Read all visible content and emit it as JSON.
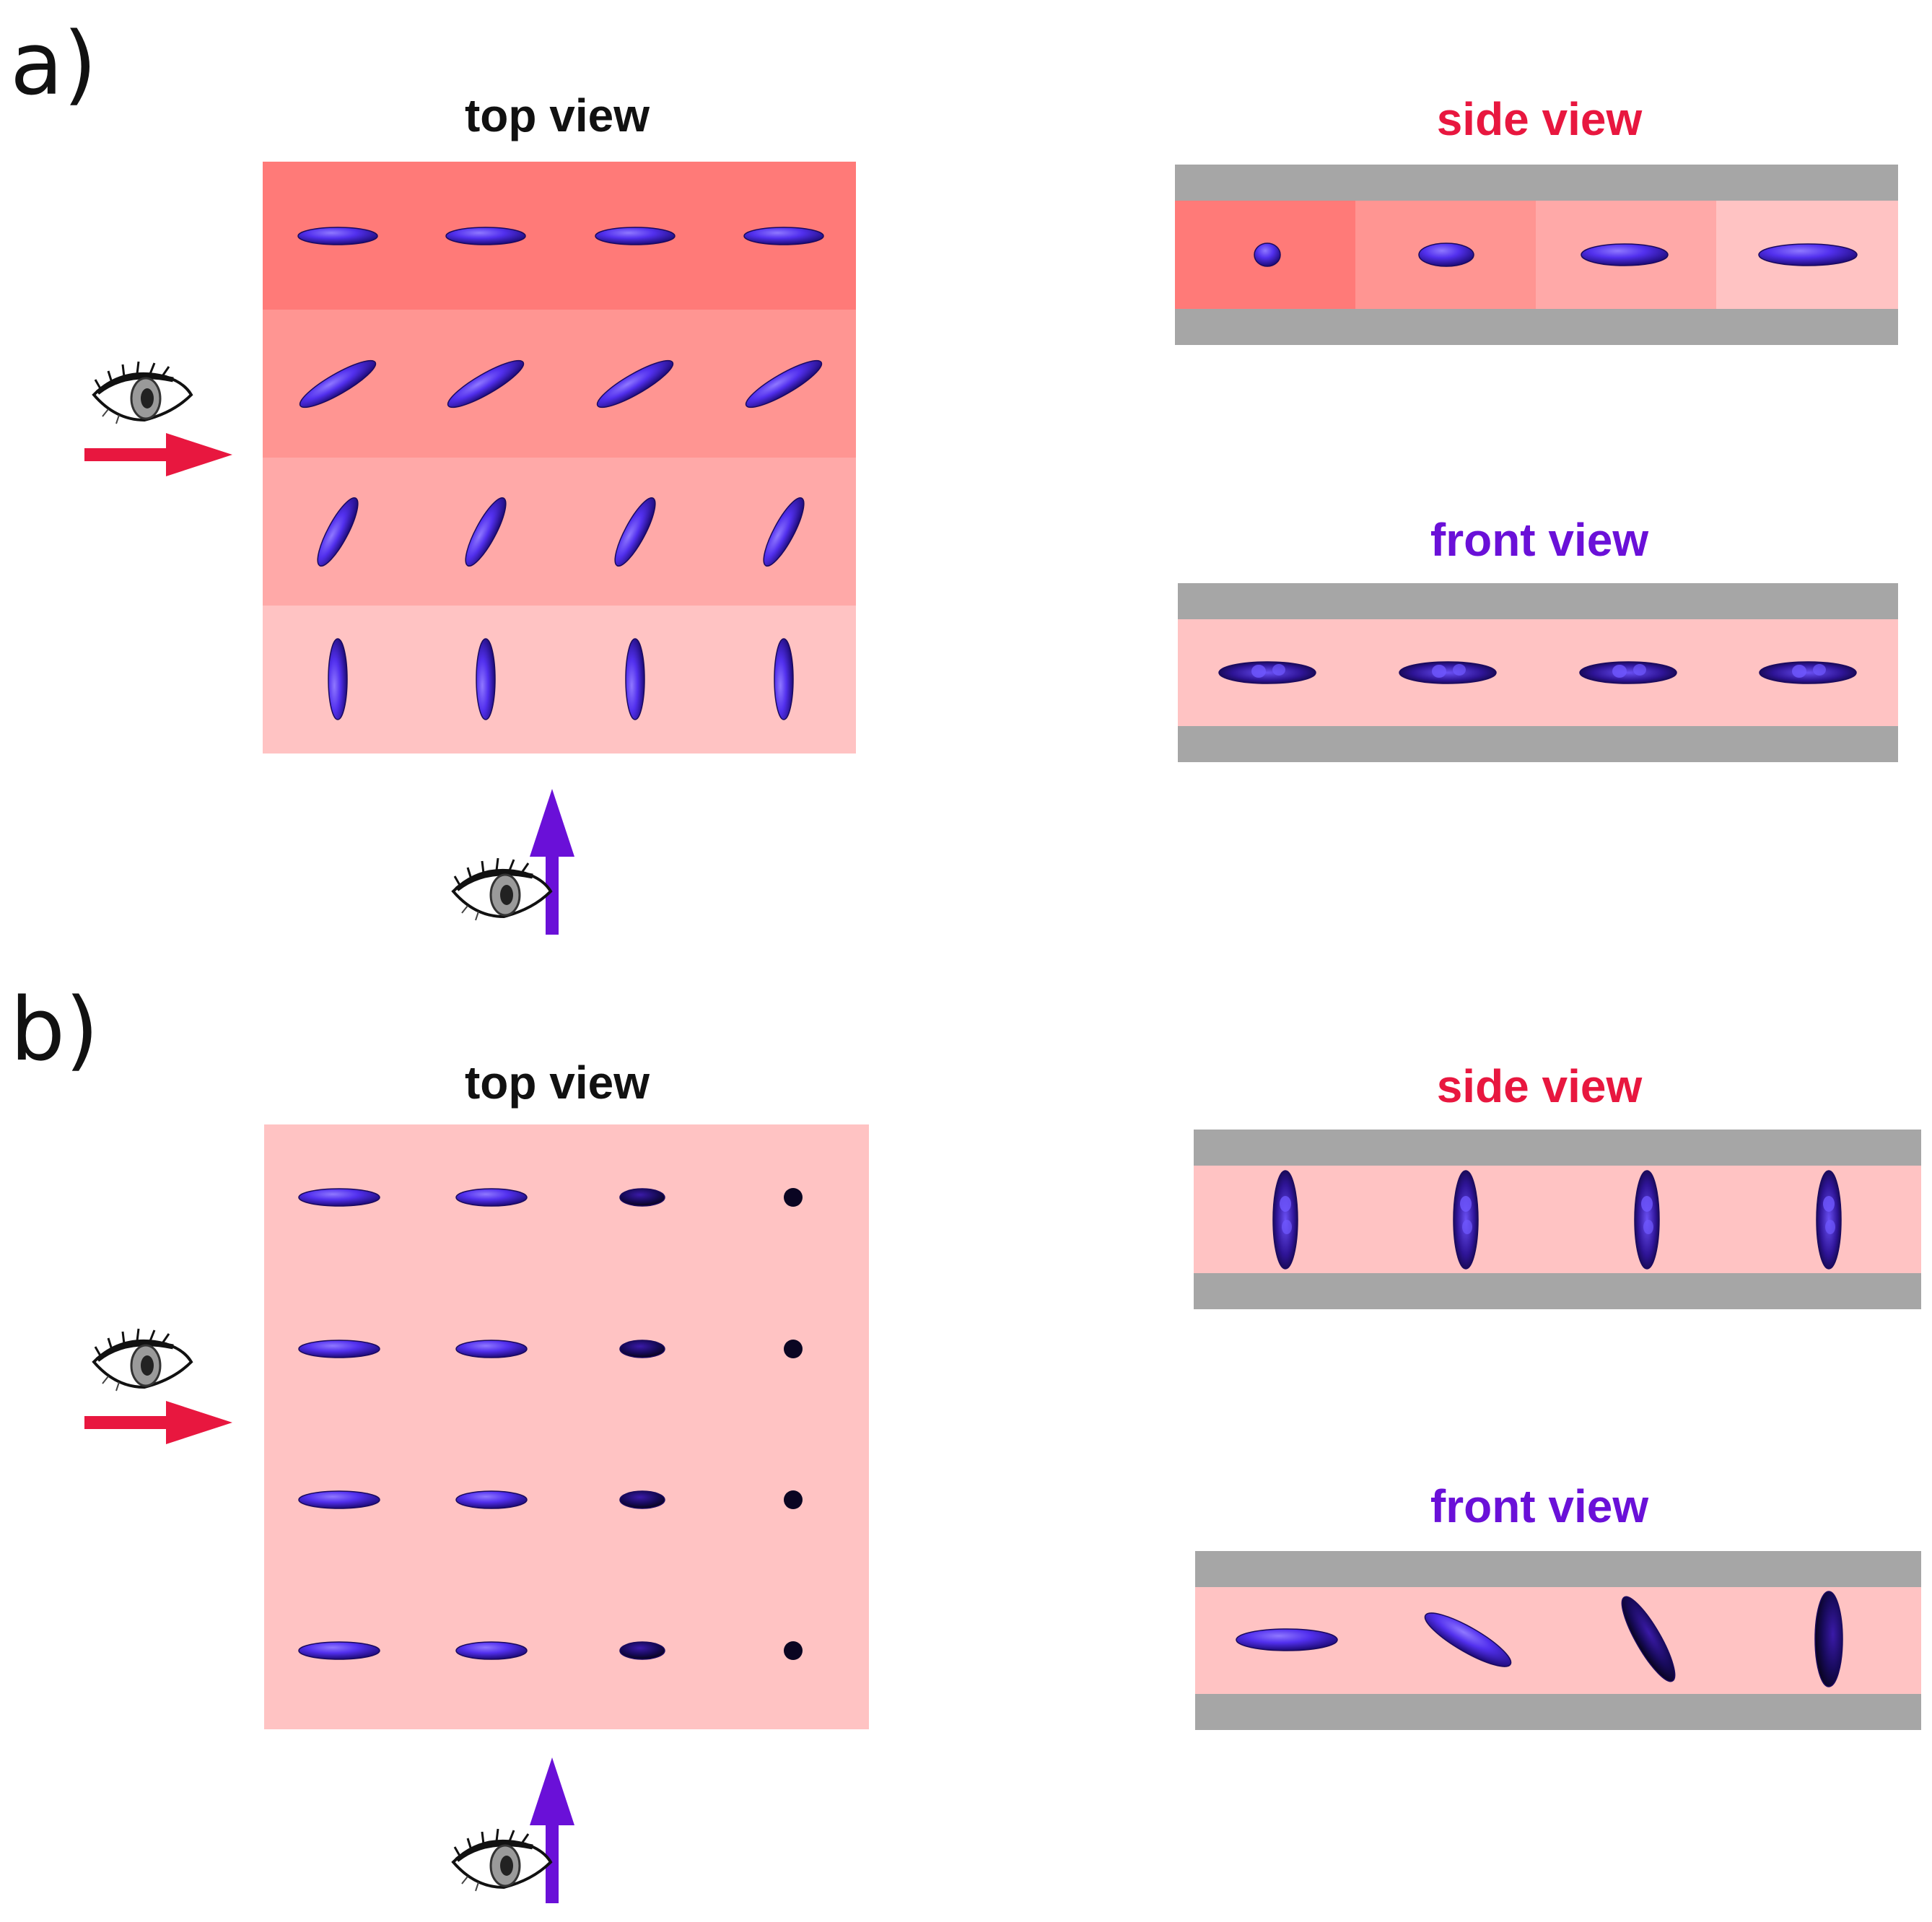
{
  "panels": [
    {
      "letter": "a)",
      "top_view_title": "top view",
      "side_view_title": "side view",
      "front_view_title": "front view"
    },
    {
      "letter": "b)",
      "top_view_title": "top view",
      "side_view_title": "side view",
      "front_view_title": "front view"
    }
  ],
  "colors": {
    "title_top": "#111111",
    "title_side": "#e8173f",
    "title_front": "#6a10d8",
    "arrow_side": "#e8173f",
    "arrow_front": "#6a10d8",
    "substrate": "#a6a6a6",
    "pink_1": "#ff7a78",
    "pink_2": "#ff9592",
    "pink_3": "#ffa9a8",
    "pink_4": "#ffc3c3",
    "molecule": "#5a2cf0"
  },
  "icons": [
    "eye-icon",
    "arrow-right-icon",
    "arrow-up-icon"
  ]
}
